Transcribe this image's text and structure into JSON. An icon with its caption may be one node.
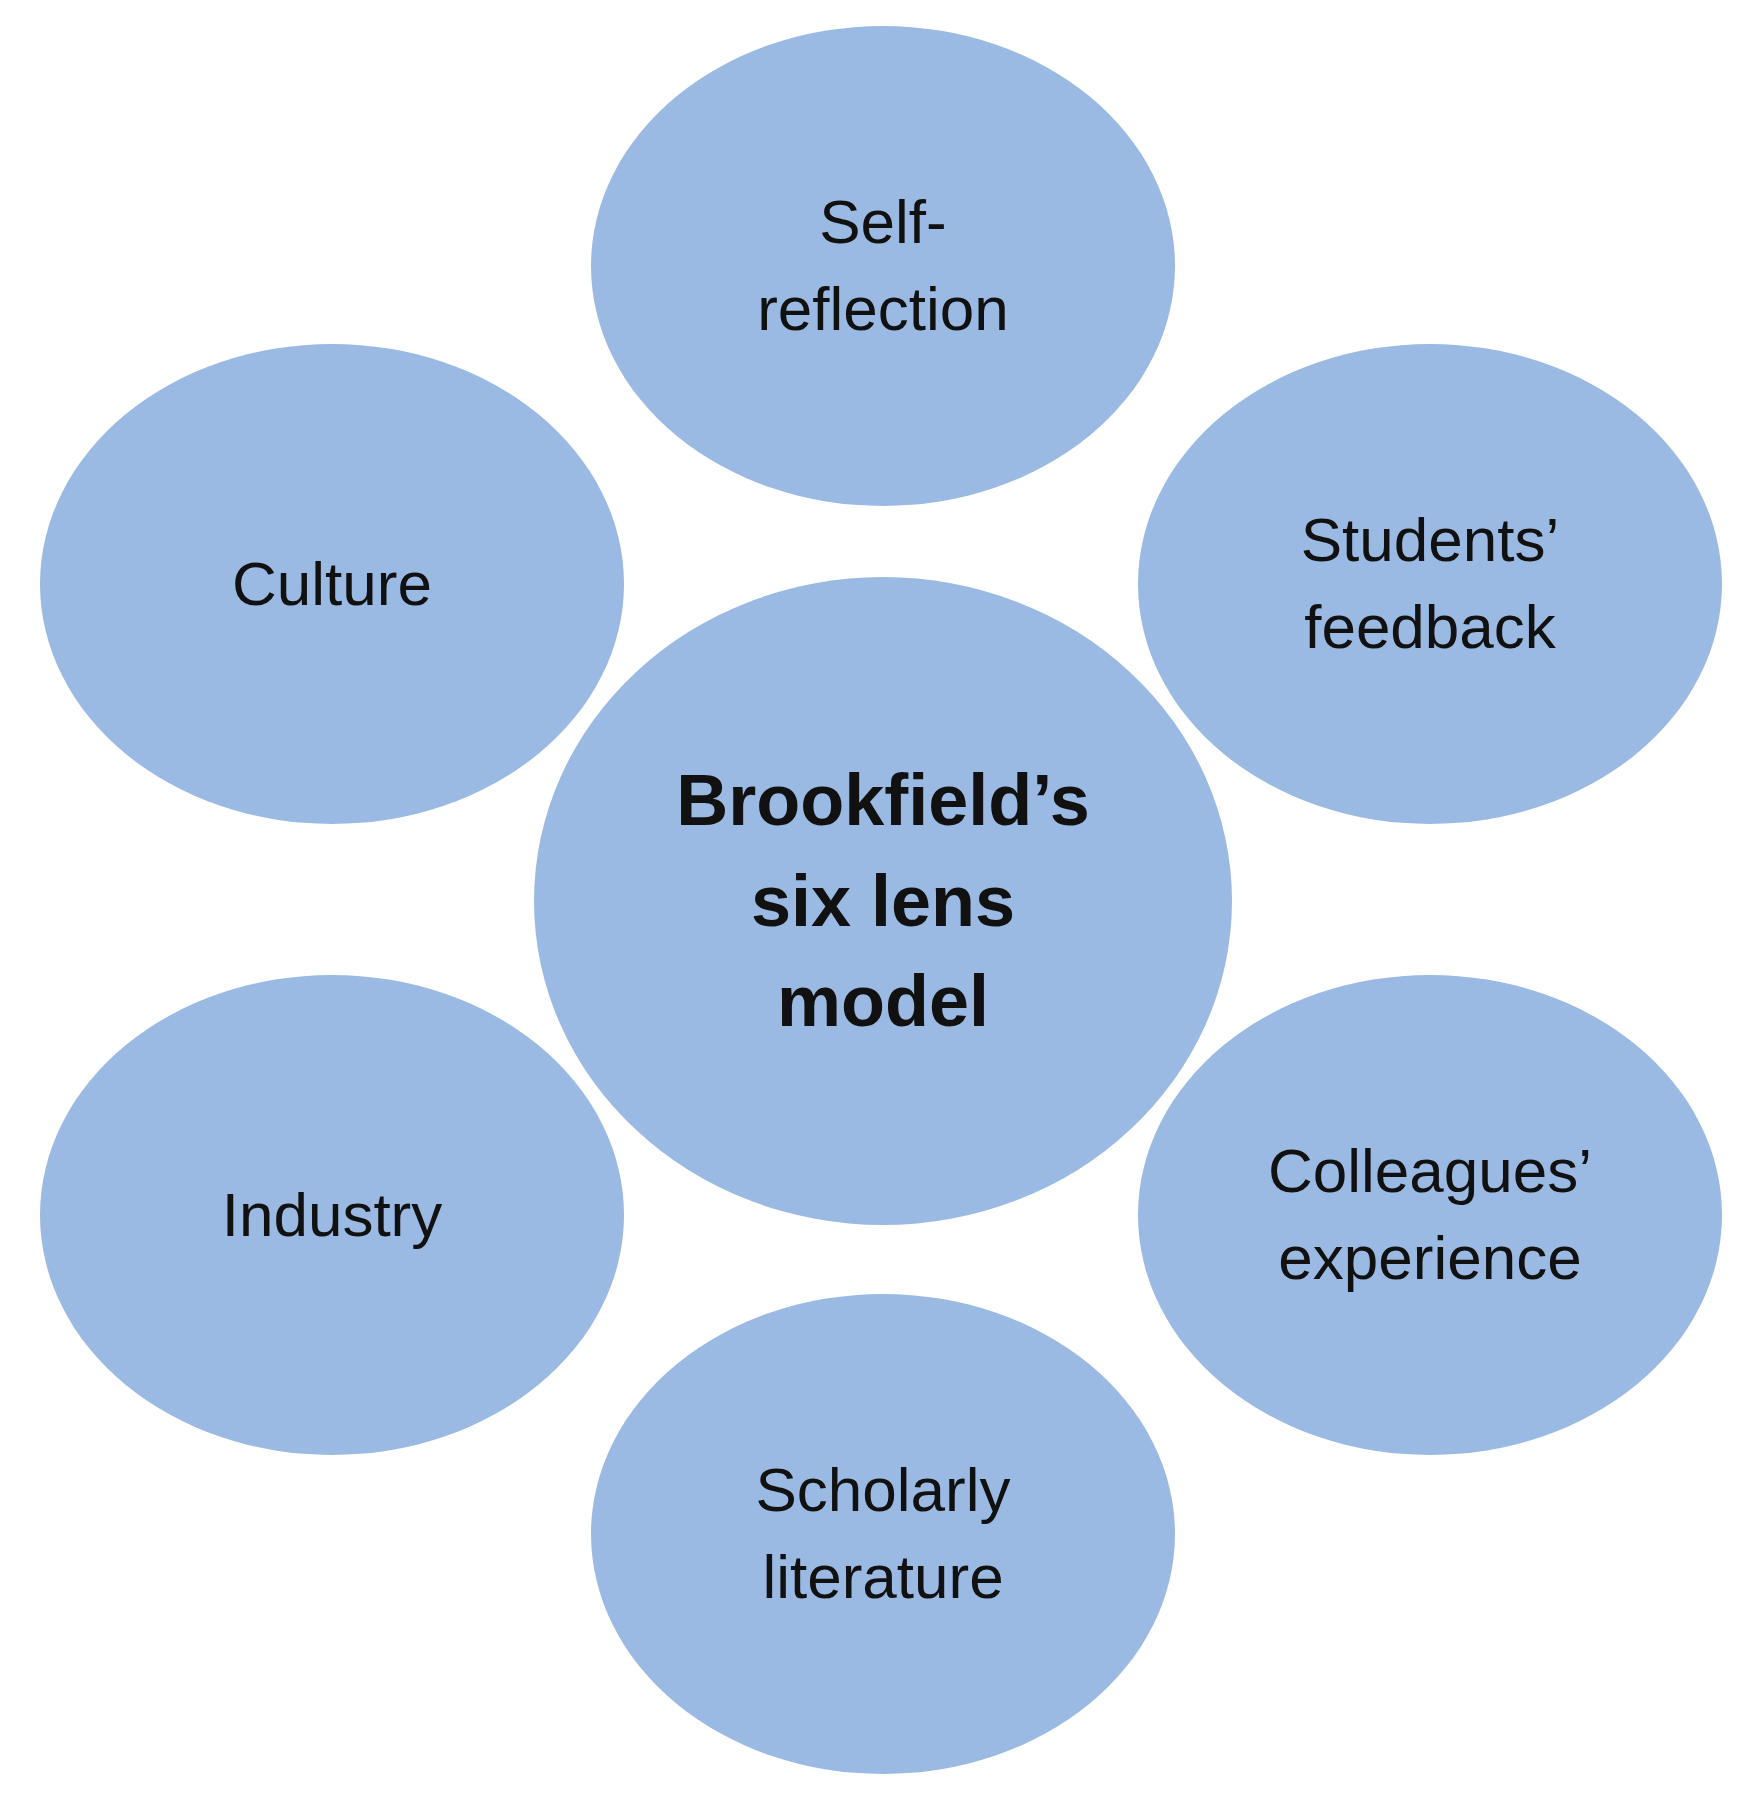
{
  "diagram": {
    "nodes": [
      {
        "text": [
          "Self-reflection"
        ]
      },
      {
        "text": [
          "Culture"
        ]
      },
      {
        "text": [
          "Students’ feedback"
        ]
      },
      {
        "text": [
          "Brookfield’s six lens model"
        ]
      },
      {
        "text": [
          "Industry"
        ]
      },
      {
        "text": [
          "Colleagues’ experience"
        ]
      },
      {
        "text": [
          "Scholarly literature"
        ]
      }
    ],
    "edges": []
  }
}
